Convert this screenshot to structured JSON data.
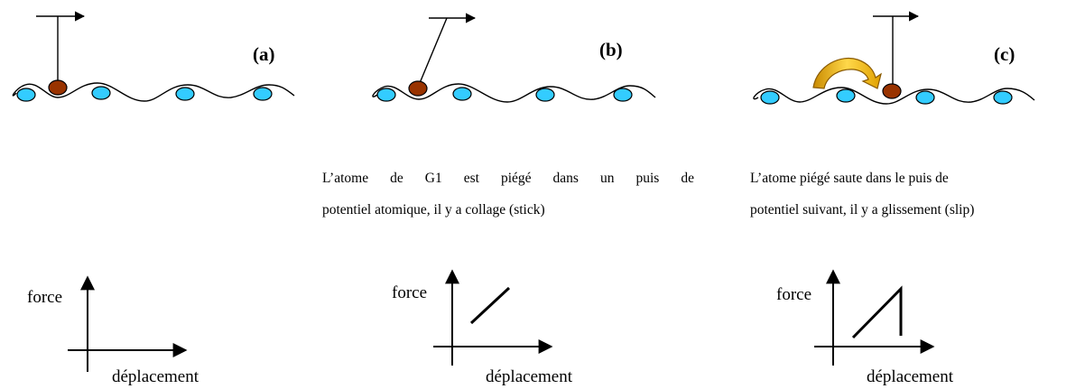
{
  "panels": [
    {
      "id": "a",
      "label": "(a)",
      "caption": [],
      "graph": {
        "ylabel": "force",
        "xlabel": "déplacement",
        "curve": "none"
      }
    },
    {
      "id": "b",
      "label": "(b)",
      "caption": [
        "L’atome de G1 est piégé dans un puis de",
        "potentiel atomique, il y a  collage (stick)"
      ],
      "graph": {
        "ylabel": "force",
        "xlabel": "déplacement",
        "curve": "linear-rise"
      }
    },
    {
      "id": "c",
      "label": "(c)",
      "caption": [
        "L’atome piégé saute dans le puis de",
        "potentiel suivant, il y a glissement (slip)"
      ],
      "graph": {
        "ylabel": "force",
        "xlabel": "déplacement",
        "curve": "rise-and-drop"
      }
    }
  ],
  "colors": {
    "surface_atom": "#33ccff",
    "tip_atom": "#993300",
    "jump_arrow": "#f0b400",
    "line": "#000000"
  }
}
